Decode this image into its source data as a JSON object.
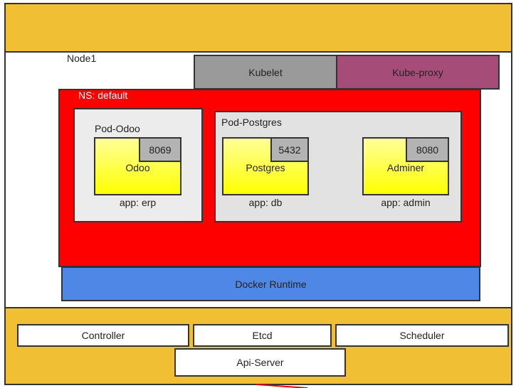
{
  "node": {
    "label": "Node1"
  },
  "components": {
    "kubelet": "Kubelet",
    "kube_proxy": "Kube-proxy",
    "docker_runtime": "Docker Runtime"
  },
  "namespace": {
    "label": "NS: default"
  },
  "pods": [
    {
      "name": "Pod-Odoo",
      "containers": [
        {
          "name": "Odoo",
          "port": "8069",
          "label": "app: erp"
        }
      ]
    },
    {
      "name": "Pod-Postgres",
      "containers": [
        {
          "name": "Postgres",
          "port": "5432",
          "label": "app: db"
        },
        {
          "name": "Adminer",
          "port": "8080",
          "label": "app: admin"
        }
      ]
    }
  ],
  "control_plane": {
    "controller": "Controller",
    "etcd": "Etcd",
    "scheduler": "Scheduler",
    "api_server": "Api-Server"
  },
  "colors": {
    "control_plane_bar": "#f0bf33",
    "kubelet": "#9a9a9a",
    "kube_proxy": "#a54d78",
    "namespace": "#ff0000",
    "docker_runtime": "#4e87e6",
    "container": "#ffff00"
  }
}
